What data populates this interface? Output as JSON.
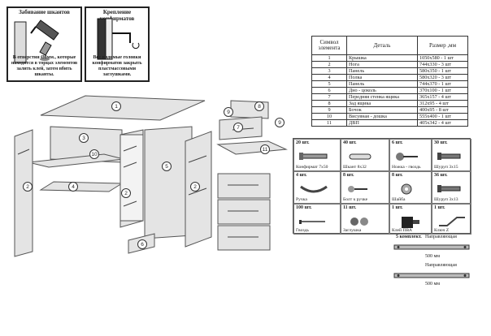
{
  "instructions": {
    "dowels": {
      "title": "Забивание шкантов",
      "text": "В отверстия Ø8мм., которые находятся в торцах элементов залить клей, затем вбить шканты."
    },
    "confirmats": {
      "title": "Крепление конфирматов",
      "text": "Все видимые головки конфирматов закрыть пластмассовыми заглушками."
    }
  },
  "parts_table": {
    "headers": [
      "Символ элемента",
      "Деталь",
      "Размер ,мм"
    ],
    "rows": [
      [
        "1",
        "Крышка",
        "1050x580 - 1 шт"
      ],
      [
        "2",
        "Нога",
        "744x330 - 3 шт"
      ],
      [
        "3",
        "Панель",
        "580x350 - 1 шт"
      ],
      [
        "4",
        "Полка",
        "580x320 - 3 шт"
      ],
      [
        "5",
        "Панель",
        "744x370 - 1 шт"
      ],
      [
        "6",
        "Дно - цоколь",
        "370x100 - 1 шт"
      ],
      [
        "7",
        "Передняя стенка ящика",
        "365x157 - 4 шт"
      ],
      [
        "8",
        "Зад ящика",
        "312x95 - 4 шт"
      ],
      [
        "9",
        "Бочок",
        "400x95 - 8 шт"
      ],
      [
        "10",
        "Висувная - дошка",
        "555x400 - 1 шт"
      ],
      [
        "11",
        "ДВП",
        "405x342 - 4 шт"
      ]
    ]
  },
  "drawing_labels": {
    "p1": "1",
    "p2a": "2",
    "p2b": "2",
    "p2c": "2",
    "p3": "3",
    "p4": "4",
    "p5": "5",
    "p6": "6",
    "p7": "7",
    "p8": "8",
    "p9a": "9",
    "p9b": "9",
    "p10": "10",
    "p11": "11"
  },
  "hardware": [
    {
      "qty": "20 шт.",
      "name": "Конфирмат 7x50",
      "icon": "confirmat-screw-icon"
    },
    {
      "qty": "40 шт.",
      "name": "Шкант 8x32",
      "icon": "dowel-icon"
    },
    {
      "qty": "6 шт.",
      "name": "Ножка - гвоздь",
      "icon": "nail-foot-icon"
    },
    {
      "qty": "30 шт.",
      "name": "Шуруп 3x15",
      "icon": "screw-icon"
    },
    {
      "qty": "4 шт.",
      "name": "Ручка",
      "icon": "handle-icon"
    },
    {
      "qty": "8 шт.",
      "name": "Болт к ручке",
      "icon": "bolt-icon"
    },
    {
      "qty": "8 шт.",
      "name": "Шайба",
      "icon": "washer-icon"
    },
    {
      "qty": "36 шт.",
      "name": "Шуруп    3x13",
      "icon": "screw-icon"
    },
    {
      "qty": "100 шт.",
      "name": "Гвоздь",
      "icon": "nail-icon"
    },
    {
      "qty": "11 шт.",
      "name": "Заглушка",
      "icon": "cap-icon"
    },
    {
      "qty": "1 шт.",
      "name": "Клей ПВА",
      "icon": "glue-icon"
    },
    {
      "qty": "1 шт.",
      "name": "Ключ Z",
      "icon": "hex-key-icon"
    }
  ],
  "guides": {
    "qty": "5 комплект.",
    "top_title": "Направляющая",
    "top_length": "500 мм",
    "bottom_title": "Направляющая",
    "bottom_length": "500 мм"
  }
}
